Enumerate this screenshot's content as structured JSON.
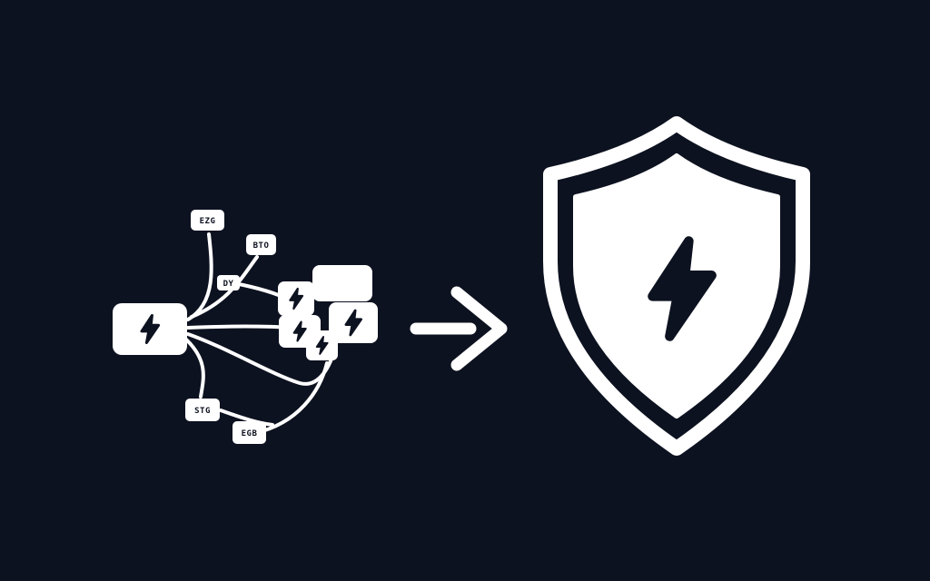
{
  "illustration": {
    "description": "Scattered lightning event nodes flowing into a single protected shield",
    "colors": {
      "background": "#0d1220",
      "foreground": "#ffffff"
    },
    "left_cluster": {
      "source_node": {
        "icon": "lightning-bolt"
      },
      "labeled_nodes": [
        {
          "label": "EZG"
        },
        {
          "label": "BTO"
        },
        {
          "label": "DY"
        },
        {
          "label": "STG"
        },
        {
          "label": "EGB"
        }
      ],
      "bolt_node_count": 4
    },
    "arrow": {
      "direction": "right"
    },
    "shield": {
      "icon": "lightning-bolt"
    }
  }
}
